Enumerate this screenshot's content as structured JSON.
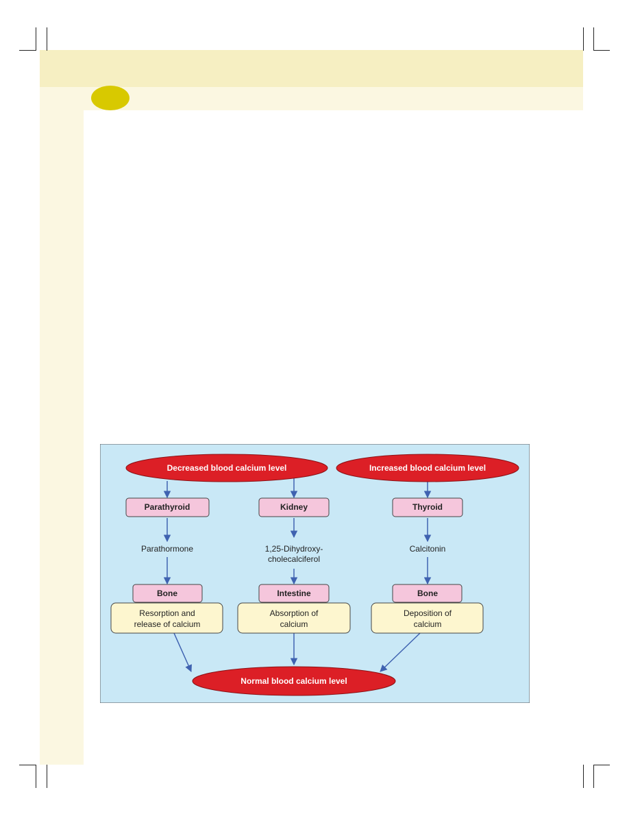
{
  "colors": {
    "page_band": "#f6efc2",
    "page_band_light": "#fbf7e1",
    "chapter_dot": "#d8c900",
    "diagram_bg": "#c9e8f6",
    "ellipse_fill": "#dc1f26",
    "organ_fill": "#f5c6dc",
    "action_fill": "#fdf6cf",
    "arrow": "#3f62b0"
  },
  "diagram": {
    "start_low": "Decreased blood calcium level",
    "start_high": "Increased blood calcium level",
    "end": "Normal blood calcium level",
    "columns": [
      {
        "gland": "Parathyroid",
        "hormone_lines": [
          "Parathormone"
        ],
        "target": "Bone",
        "effect_lines": [
          "Resorption and",
          "release of calcium"
        ]
      },
      {
        "gland": "Kidney",
        "hormone_lines": [
          "1,25-Dihydroxy-",
          "cholecalciferol"
        ],
        "target": "Intestine",
        "effect_lines": [
          "Absorption of",
          "calcium"
        ]
      },
      {
        "gland": "Thyroid",
        "hormone_lines": [
          "Calcitonin"
        ],
        "target": "Bone",
        "effect_lines": [
          "Deposition of",
          "calcium"
        ]
      }
    ]
  }
}
